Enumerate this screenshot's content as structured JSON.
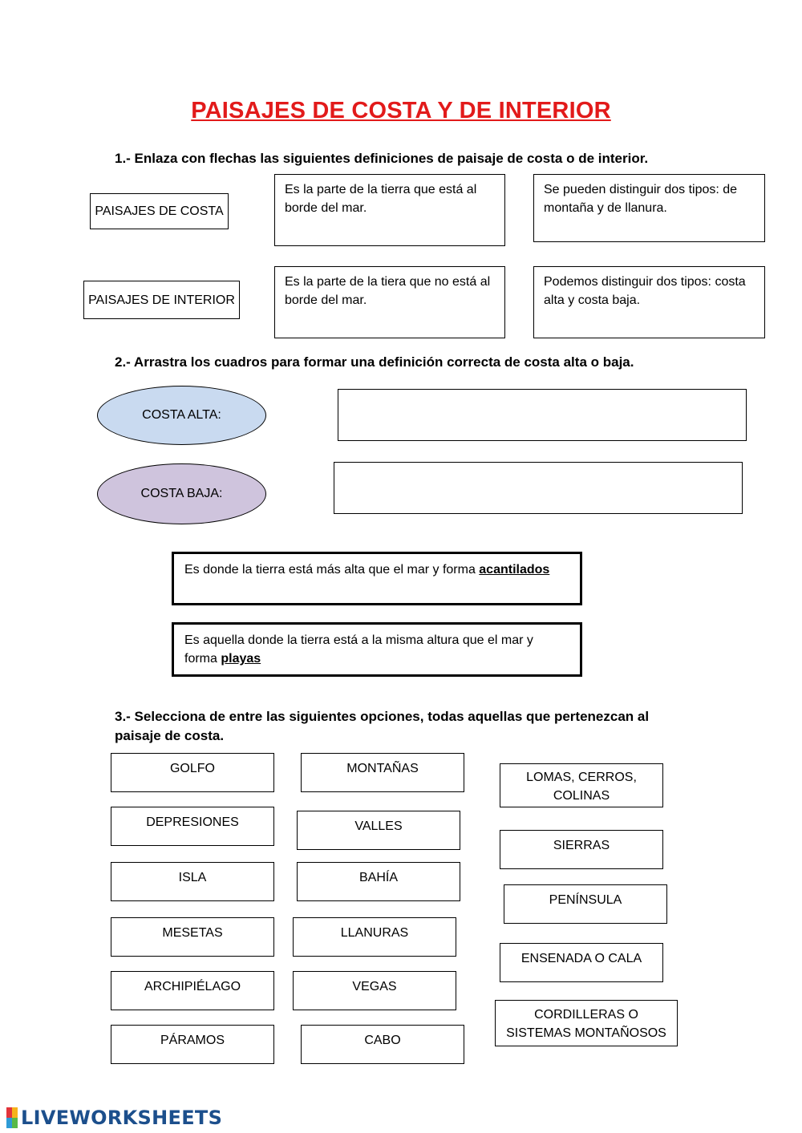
{
  "title": "PAISAJES DE COSTA Y DE INTERIOR",
  "section1": {
    "question": "1.- Enlaza con flechas las siguientes definiciones de paisaje de costa o de interior.",
    "labels": [
      "PAISAJES DE COSTA",
      "PAISAJES DE INTERIOR"
    ],
    "definitions": [
      "Es la parte de la tierra que está al borde del mar.",
      "Se pueden distinguir dos tipos: de montaña y de llanura.",
      "Es la parte de la tiera que no está al borde del mar.",
      "Podemos distinguir dos tipos: costa alta y costa baja."
    ]
  },
  "section2": {
    "question": "2.- Arrastra los cuadros para formar una definición correcta de costa alta o baja.",
    "costa_alta": "COSTA ALTA:",
    "costa_baja": "COSTA BAJA:",
    "colors": {
      "costa_alta": "#c9daf0",
      "costa_baja": "#cfc4dd"
    },
    "card1": {
      "text": "Es donde la tierra está más alta que el mar y forma ",
      "keyword": "acantilados"
    },
    "card2": {
      "text": "Es aquella donde la tierra está a la misma altura que el mar y forma ",
      "keyword": "playas"
    }
  },
  "section3": {
    "question": "3.- Selecciona de entre las siguientes opciones, todas aquellas que pertenezcan al paisaje de costa.",
    "col1": [
      "GOLFO",
      "DEPRESIONES",
      "ISLA",
      "MESETAS",
      "ARCHIPIÉLAGO",
      "PÁRAMOS"
    ],
    "col2": [
      "MONTAÑAS",
      "VALLES",
      "BAHÍA",
      "LLANURAS",
      "VEGAS",
      "CABO"
    ],
    "col3": [
      "LOMAS, CERROS, COLINAS",
      "SIERRAS",
      "PENÍNSULA",
      "ENSENADA O CALA",
      "CORDILLERAS O SISTEMAS MONTAÑOSOS"
    ]
  },
  "footer": {
    "logo_text": "LIVEWORKSHEETS",
    "logo_colors": [
      "#e2343b",
      "#f6b21b",
      "#2e9bd6",
      "#58b947"
    ],
    "logo_text_color": "#1c4f8c"
  }
}
